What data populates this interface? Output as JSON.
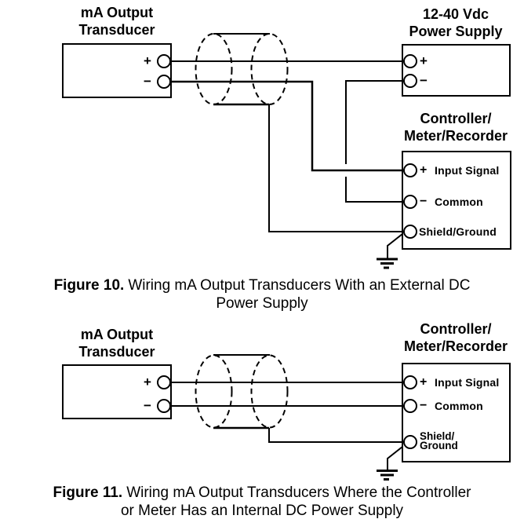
{
  "colors": {
    "line": "#000000",
    "background": "#ffffff"
  },
  "figure10": {
    "transducer": {
      "title_line1": "mA Output",
      "title_line2": "Transducer",
      "plus_sign": "+",
      "minus_sign": "−"
    },
    "power_supply": {
      "title_line1": "12-40 Vdc",
      "title_line2": "Power Supply",
      "plus_sign": "+",
      "minus_sign": "−"
    },
    "controller": {
      "title_line1": "Controller/",
      "title_line2": "Meter/Recorder",
      "terminal1_sign": "+",
      "terminal1_label": "Input Signal",
      "terminal2_sign": "−",
      "terminal2_label": "Common",
      "terminal3_label": "Shield/Ground"
    },
    "caption": {
      "label": "Figure 10.",
      "line1_rest": "Wiring mA Output Transducers With an External DC",
      "line2": "Power Supply"
    }
  },
  "figure11": {
    "transducer": {
      "title_line1": "mA Output",
      "title_line2": "Transducer",
      "plus_sign": "+",
      "minus_sign": "−"
    },
    "controller": {
      "title_line1": "Controller/",
      "title_line2": "Meter/Recorder",
      "terminal1_sign": "+",
      "terminal1_label": "Input Signal",
      "terminal2_sign": "−",
      "terminal2_label": "Common",
      "terminal3_label_line1": "Shield/",
      "terminal3_label_line2": "Ground"
    },
    "caption": {
      "label": "Figure 11.",
      "line1_rest": "Wiring mA Output Transducers Where the Controller",
      "line2": "or Meter Has an Internal DC Power Supply"
    }
  }
}
